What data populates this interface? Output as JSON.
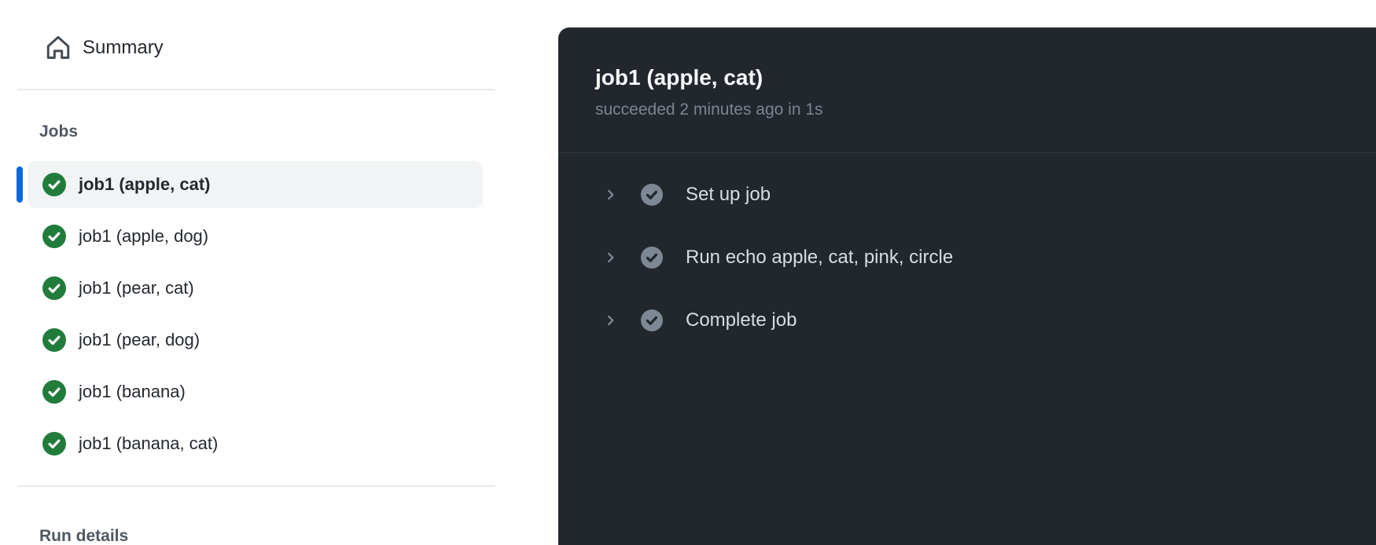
{
  "sidebar": {
    "summary_label": "Summary",
    "jobs_header": "Jobs",
    "jobs": [
      {
        "label": "job1 (apple, cat)",
        "status": "succeeded",
        "selected": true
      },
      {
        "label": "job1 (apple, dog)",
        "status": "succeeded",
        "selected": false
      },
      {
        "label": "job1 (pear, cat)",
        "status": "succeeded",
        "selected": false
      },
      {
        "label": "job1 (pear, dog)",
        "status": "succeeded",
        "selected": false
      },
      {
        "label": "job1 (banana)",
        "status": "succeeded",
        "selected": false
      },
      {
        "label": "job1 (banana, cat)",
        "status": "succeeded",
        "selected": false
      }
    ],
    "run_details_header": "Run details"
  },
  "panel": {
    "title": "job1 (apple, cat)",
    "status_line": "succeeded 2 minutes ago in 1s",
    "steps": [
      {
        "label": "Set up job",
        "status": "succeeded"
      },
      {
        "label": "Run echo apple, cat, pink, circle",
        "status": "succeeded"
      },
      {
        "label": "Complete job",
        "status": "succeeded"
      }
    ]
  },
  "colors": {
    "accent_blue": "#0969da",
    "success_green": "#217c3b",
    "panel_bg": "#22272e",
    "panel_divider": "#32383f",
    "step_circle_gray": "#7e8894",
    "selected_row_bg": "#f2f3f5",
    "sidebar_divider": "#e6e9ec",
    "text_dark": "#24292f",
    "text_light": "#d7dde4",
    "muted_gray": "#7b848f"
  }
}
